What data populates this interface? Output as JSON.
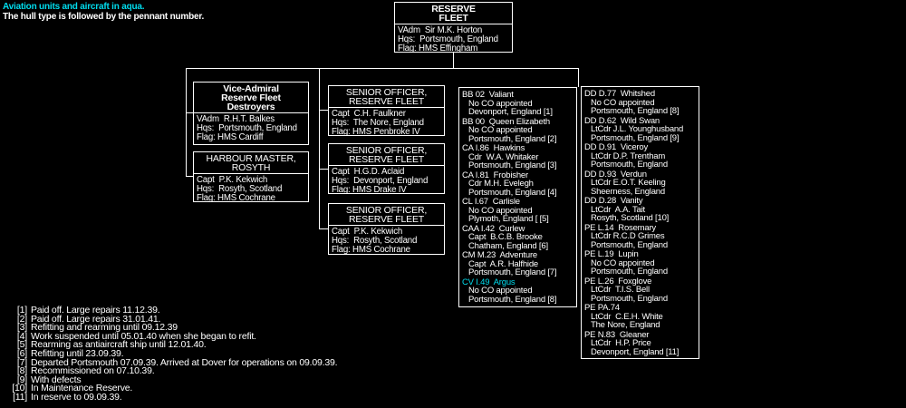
{
  "palette": {
    "background": "#000000",
    "text": "#ffffff",
    "aqua": "#00ddee"
  },
  "header": {
    "legend_aqua": "Aviation units and aircraft in aqua.",
    "legend_note": "The hull type is followed by the pennant number."
  },
  "boxes": {
    "root": {
      "title_lines": [
        "RESERVE",
        "FLEET"
      ],
      "lines": [
        "VAdm  Sir M.K. Horton",
        "Hqs:  Portsmouth, England",
        "Flag: HMS Effingham"
      ]
    },
    "vice_admiral": {
      "title_lines": [
        "Vice-Admiral",
        "Reserve Fleet",
        "Destroyers"
      ],
      "lines": [
        "VAdm  R.H.T. Balkes",
        "Hqs:  Portsmouth, England",
        "Flag: HMS Cardiff"
      ]
    },
    "harbour_master": {
      "title_lines": [
        "HARBOUR MASTER,",
        "ROSYTH"
      ],
      "lines": [
        "Capt  P.K. Kekwich",
        "Hqs:  Rosyth, Scotland",
        "Flag: HMS Cochrane"
      ]
    },
    "so_nore": {
      "title_lines": [
        "SENIOR OFFICER,",
        "RESERVE FLEET"
      ],
      "lines": [
        "Capt  C.H. Faulkner",
        "Hqs:  The Nore, England",
        "Flag: HMS Penbroke IV"
      ]
    },
    "so_devonport": {
      "title_lines": [
        "SENIOR OFFICER,",
        "RESERVE FLEET"
      ],
      "lines": [
        "Capt  H.G.D. Aclaid",
        "Hqs:  Devonport, England",
        "Flag: HMS Drake IV"
      ]
    },
    "so_rosyth": {
      "title_lines": [
        "SENIOR OFFICER,",
        "RESERVE FLEET"
      ],
      "lines": [
        "Capt  P.K. Kekwich",
        "Hqs:  Rosyth, Scotland",
        "Flag: HMS Cochrane"
      ]
    }
  },
  "mid_list": [
    {
      "name": "BB 02  Valiant",
      "co": "No CO appointed",
      "loc": "Devonport, England [1]"
    },
    {
      "name": "BB 00  Queen Elizabeth",
      "co": "No CO appointed",
      "loc": "Portsmouth, England [2]"
    },
    {
      "name": "CA I.86  Hawkins",
      "co": "Cdr  W.A. Whitaker",
      "loc": "Portsmouth, England [3]"
    },
    {
      "name": "CA I.81  Frobisher",
      "co": "Cdr M.H. Evelegh",
      "loc": "Portsmouth, England [4]"
    },
    {
      "name": "CL I.67  Carlisle",
      "co": "No CO appointed",
      "loc": "Plymoth, England [ [5]"
    },
    {
      "name": "CAA I.42  Curlew",
      "co": "Capt  B.C.B. Brooke",
      "loc": "Chatham, England [6]"
    },
    {
      "name": "CM M.23  Adventure",
      "co": "Capt  A.R. Halfhide",
      "loc": "Portsmouth, England [7]"
    },
    {
      "name": "CV I.49  Argus",
      "co": "No CO appointed",
      "loc": "Portsmouth, England [8]",
      "aqua": true
    }
  ],
  "right_list": [
    {
      "name": "DD D.77  Whitshed",
      "co": "No CO appointed",
      "loc": "Portsmouth, England [8]"
    },
    {
      "name": "DD D.62  Wild Swan",
      "co": "LtCdr J.L. Younghusband",
      "loc": "Portsmouth, England [9]"
    },
    {
      "name": "DD D.91  Viceroy",
      "co": "LtCdr D.P. Trentham",
      "loc": "Portsmouth, England"
    },
    {
      "name": "DD D.93  Verdun",
      "co": "LtCdr E.O.T. Keeling",
      "loc": "Sheerness, England"
    },
    {
      "name": "DD D.28  Vanity",
      "co": "LtCdr  A.A. Tait",
      "loc": "Rosyth, Scotland [10]"
    },
    {
      "name": "PE L.14  Rosemary",
      "co": "LtCdr R.C.D Grimes",
      "loc": "Portsmouth, England"
    },
    {
      "name": "PE L.19  Lupin",
      "co": "No CO appointed",
      "loc": "Portsmouth, England"
    },
    {
      "name": "PE L.26  Foxglove",
      "co": "LtCdr  T.I.S. Bell",
      "loc": "Portsmouth, England"
    },
    {
      "name": "PE PA.74",
      "co": "LtCdr  C.E.H. White",
      "loc": "The Nore, England"
    },
    {
      "name": "PE N.83  Gleaner",
      "co": "LtCdr  H.P. Price",
      "loc": "Devonport, England [11]"
    }
  ],
  "footnotes": [
    {
      "label": "[1]",
      "text": "Paid off. Large repairs 11.12.39."
    },
    {
      "label": "[2]",
      "text": "Paid off. Large repairs 31.01.41."
    },
    {
      "label": "[3]",
      "text": "Refitting and rearming until 09.12.39"
    },
    {
      "label": "[4]",
      "text": "Work suspended until 05.01.40 when she began to refit."
    },
    {
      "label": "[5]",
      "text": "Rearming as antiaircraft ship until 12.01.40."
    },
    {
      "label": "[6]",
      "text": "Refitting until 23.09.39."
    },
    {
      "label": "[7]",
      "text": "Departed Portsmouth 07.09.39. Arrived at Dover for operations on 09.09.39."
    },
    {
      "label": "[8]",
      "text": "Recommissioned on 07.10.39."
    },
    {
      "label": "[9]",
      "text": "With defects"
    },
    {
      "label": "[10]",
      "text": "In Maintenance Reserve."
    },
    {
      "label": "[11]",
      "text": "In reserve to 09.09.39."
    }
  ]
}
